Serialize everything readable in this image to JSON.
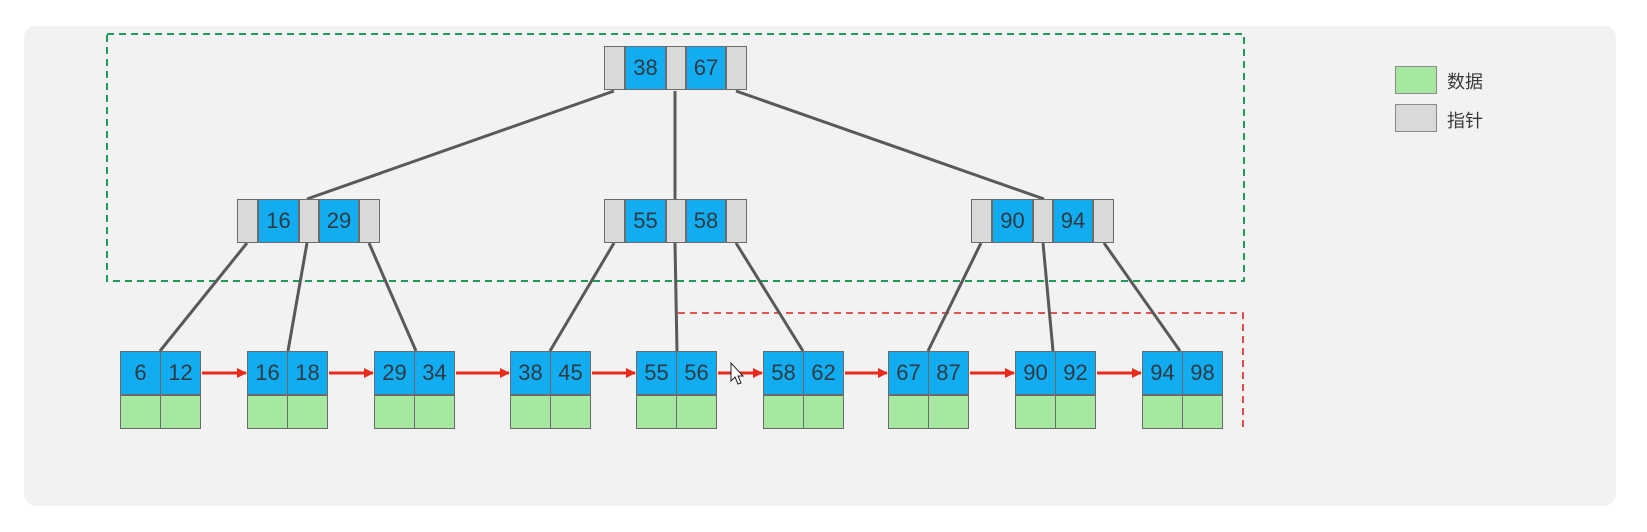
{
  "diagram": {
    "root": {
      "keys": [
        "38",
        "67"
      ]
    },
    "internal_nodes": [
      {
        "keys": [
          "16",
          "29"
        ]
      },
      {
        "keys": [
          "55",
          "58"
        ]
      },
      {
        "keys": [
          "90",
          "94"
        ]
      }
    ],
    "leaf_nodes": [
      {
        "keys": [
          "6",
          "12"
        ]
      },
      {
        "keys": [
          "16",
          "18"
        ]
      },
      {
        "keys": [
          "29",
          "34"
        ]
      },
      {
        "keys": [
          "38",
          "45"
        ]
      },
      {
        "keys": [
          "55",
          "56"
        ]
      },
      {
        "keys": [
          "58",
          "62"
        ]
      },
      {
        "keys": [
          "67",
          "87"
        ]
      },
      {
        "keys": [
          "90",
          "92"
        ]
      },
      {
        "keys": [
          "94",
          "98"
        ]
      }
    ],
    "legend": [
      {
        "label": "数据",
        "color": "#a6e8a0"
      },
      {
        "label": "指针",
        "color": "#d9d9d9"
      }
    ],
    "colors": {
      "key_cell": "#12adf0",
      "pointer_cell": "#d9d9d9",
      "data_cell": "#a6e8a0",
      "edge": "#595959",
      "leaf_link": "#e8291c",
      "internal_region": "#1f9a5a",
      "leaf_region": "#e02020"
    }
  }
}
